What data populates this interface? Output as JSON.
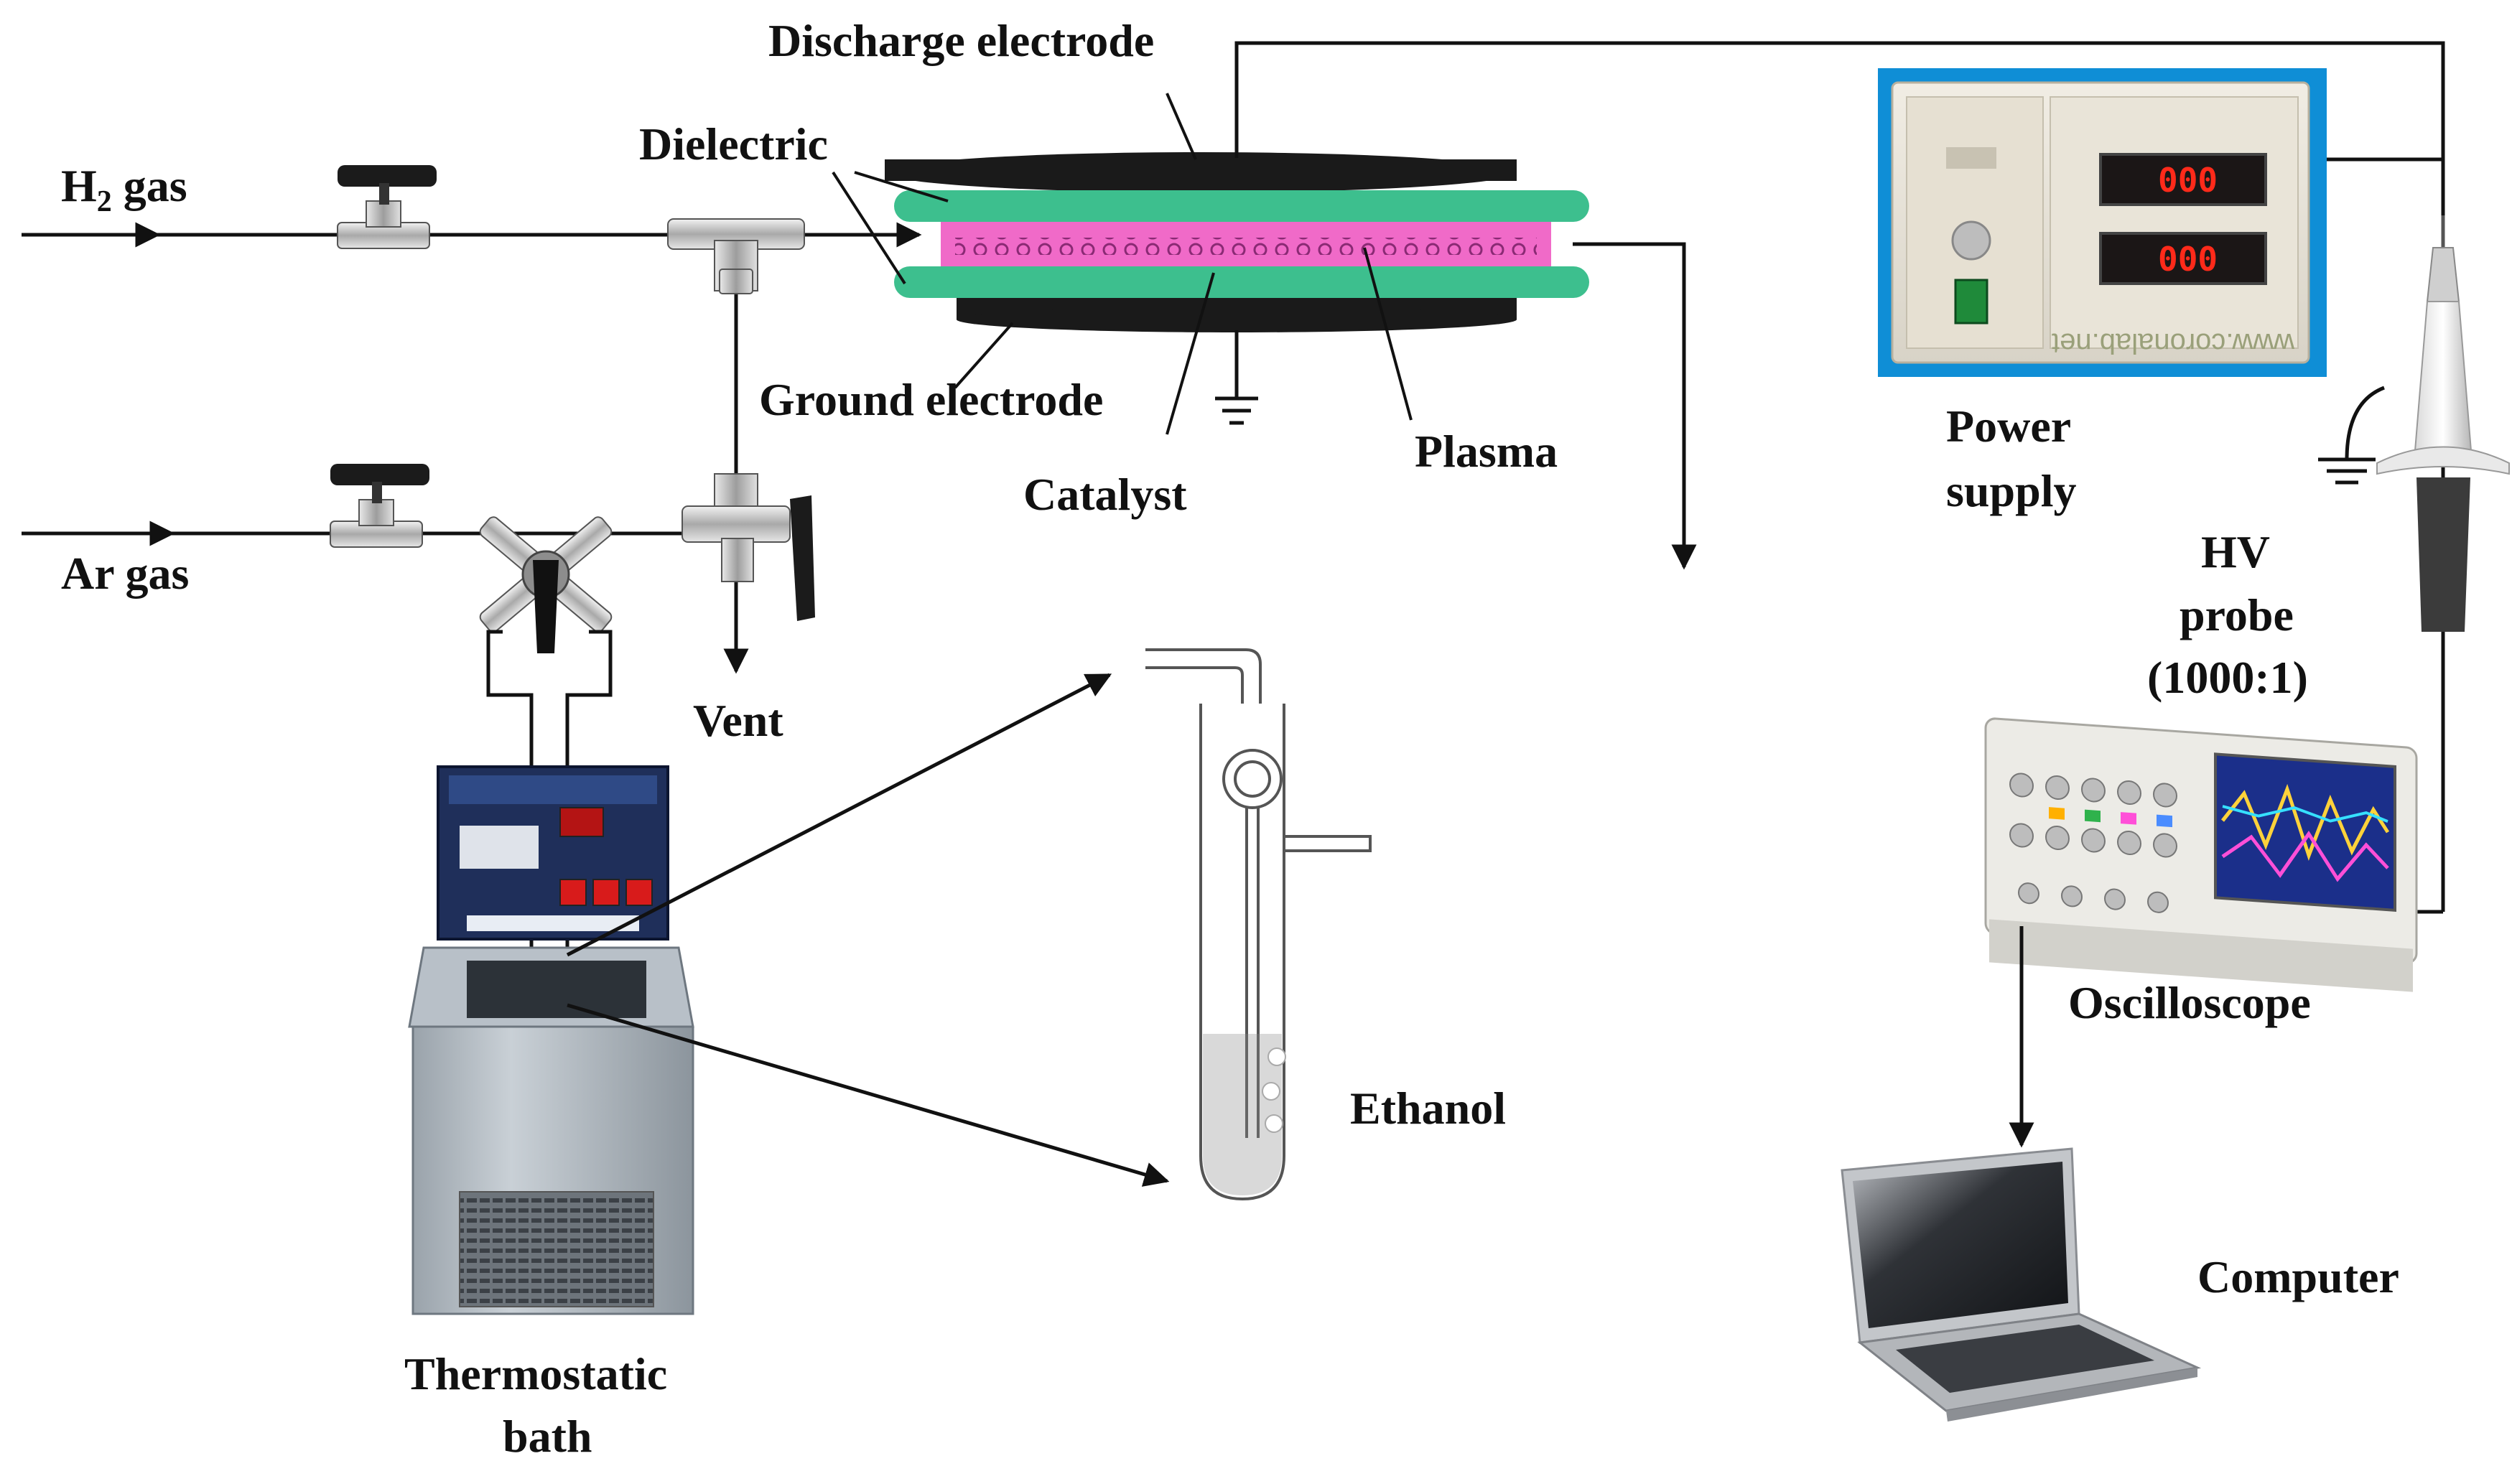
{
  "labels": {
    "h2_gas_pre": "H",
    "h2_gas_sub": "2",
    "h2_gas_post": " gas",
    "ar_gas": "Ar gas",
    "dielectric": "Dielectric",
    "discharge_electrode": "Discharge electrode",
    "ground_electrode": "Ground electrode",
    "catalyst": "Catalyst",
    "plasma": "Plasma",
    "vent": "Vent",
    "power_supply_1": "Power",
    "power_supply_2": "supply",
    "hv_probe_1": "HV",
    "hv_probe_2": "probe",
    "hv_probe_3": "(1000:1)",
    "oscilloscope": "Oscilloscope",
    "ethanol": "Ethanol",
    "thermostatic_bath_1": "Thermostatic",
    "thermostatic_bath_2": "bath",
    "computer": "Computer"
  },
  "power_supply_panel": {
    "display_top": "000",
    "display_bottom": "000",
    "brand_text": "www.coronalab.net"
  },
  "colors": {
    "dielectric": "#3dbf8e",
    "plasma": "#f06ac8",
    "electrode": "#1a1a1a",
    "lcd": "#ff2a1a"
  }
}
